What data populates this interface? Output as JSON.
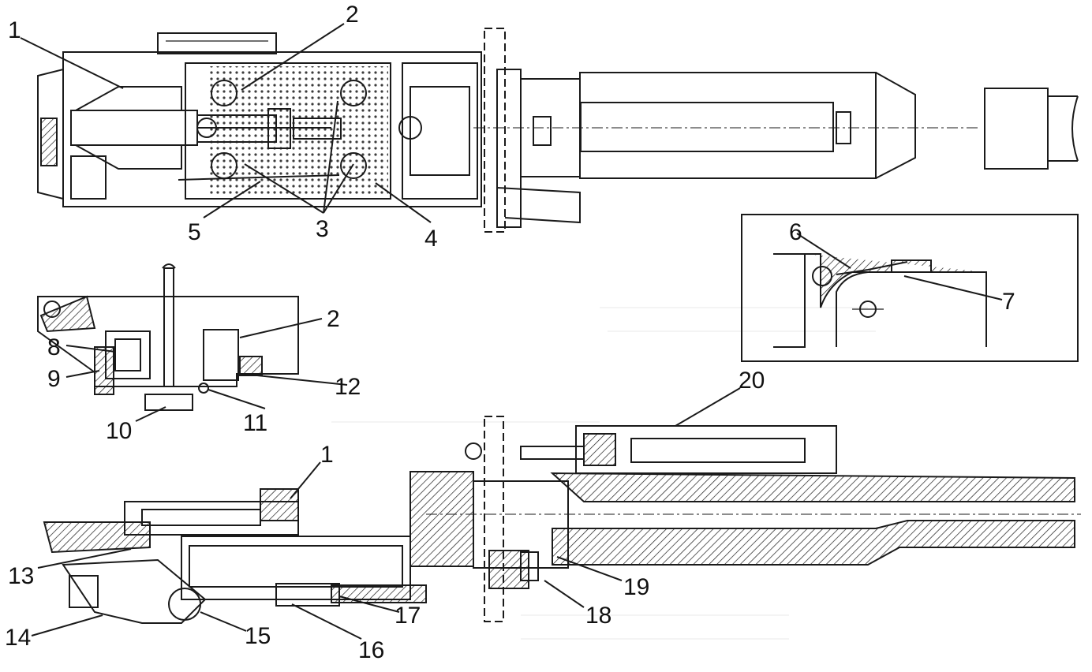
{
  "callouts": [
    {
      "id": "c1a",
      "text": "1"
    },
    {
      "id": "c2a",
      "text": "2"
    },
    {
      "id": "c3",
      "text": "3"
    },
    {
      "id": "c4",
      "text": "4"
    },
    {
      "id": "c5",
      "text": "5"
    },
    {
      "id": "c6",
      "text": "6"
    },
    {
      "id": "c7",
      "text": "7"
    },
    {
      "id": "c2b",
      "text": "2"
    },
    {
      "id": "c8",
      "text": "8"
    },
    {
      "id": "c9",
      "text": "9"
    },
    {
      "id": "c10",
      "text": "10"
    },
    {
      "id": "c11",
      "text": "11"
    },
    {
      "id": "c12",
      "text": "12"
    },
    {
      "id": "c1b",
      "text": "1"
    },
    {
      "id": "c13",
      "text": "13"
    },
    {
      "id": "c14",
      "text": "14"
    },
    {
      "id": "c15",
      "text": "15"
    },
    {
      "id": "c16",
      "text": "16"
    },
    {
      "id": "c17",
      "text": "17"
    },
    {
      "id": "c18",
      "text": "18"
    },
    {
      "id": "c19",
      "text": "19"
    },
    {
      "id": "c20",
      "text": "20"
    }
  ]
}
